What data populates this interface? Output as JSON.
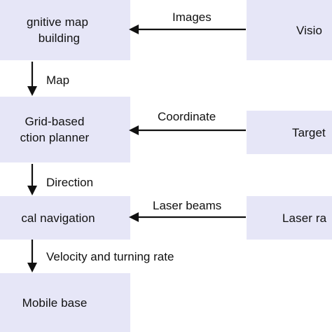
{
  "diagram": {
    "boxes": {
      "cognitive_map": {
        "label": "gnitive map\n building"
      },
      "grid_planner": {
        "label": "Grid-based\nction planner"
      },
      "local_navigation": {
        "label": "cal navigation"
      },
      "mobile_base": {
        "label": "Mobile base"
      },
      "vision": {
        "label": "Visio"
      },
      "target": {
        "label": "Target"
      },
      "laser": {
        "label": "Laser ra"
      }
    },
    "edges": {
      "images": {
        "label": "Images"
      },
      "coordinate": {
        "label": "Coordinate"
      },
      "laser_beams": {
        "label": "Laser beams"
      },
      "map": {
        "label": "Map"
      },
      "direction": {
        "label": "Direction"
      },
      "velocity": {
        "label": "Velocity and turning rate"
      }
    },
    "colors": {
      "box_fill": "#e6e6f7",
      "arrow": "#111111",
      "text": "#111111"
    }
  }
}
